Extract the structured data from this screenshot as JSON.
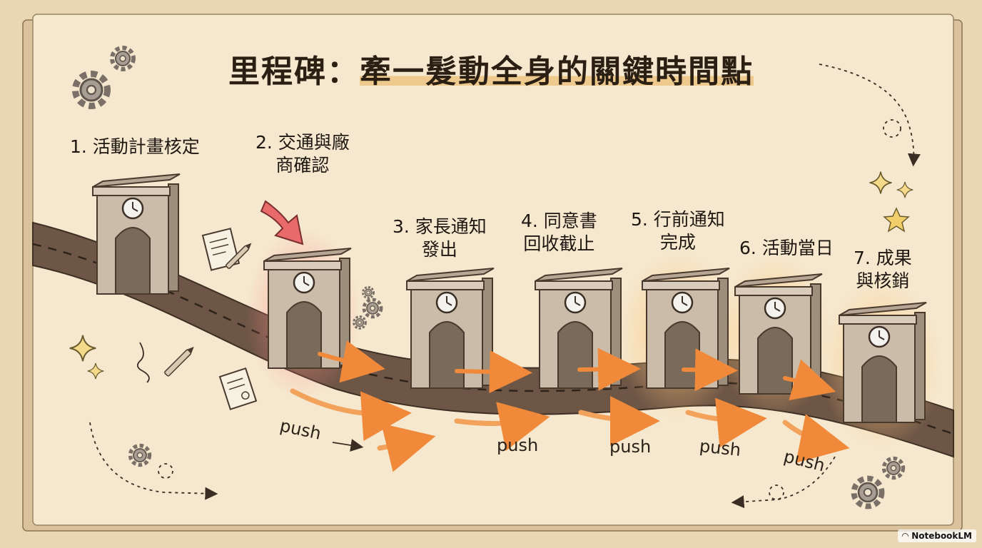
{
  "title": {
    "part1": "里程碑：",
    "part2": "牽一髮動全身的關鍵時間點"
  },
  "milestones": [
    {
      "label": "1. 活動計畫核定"
    },
    {
      "label": "2. 交通與廠\n商確認"
    },
    {
      "label": "3. 家長通知\n發出"
    },
    {
      "label": "4. 同意書\n回收截止"
    },
    {
      "label": "5. 行前通知\n完成"
    },
    {
      "label": "6. 活動當日"
    },
    {
      "label": "7. 成果\n與核銷"
    }
  ],
  "push_labels": [
    "push",
    "push",
    "push",
    "push",
    "push"
  ],
  "brand": "NotebookLM",
  "colors": {
    "paper": "#f5e8cf",
    "road": "#6e5646",
    "gate": "#cfc0ad",
    "highlight_red": "#e85a5a",
    "arrow_orange": "#f09a4a",
    "title_underline": "#ecc482"
  },
  "icons": [
    "gear-icon",
    "sparkle-icon",
    "star-icon",
    "document-icon",
    "pen-icon",
    "clock-icon",
    "arrow-icon"
  ]
}
